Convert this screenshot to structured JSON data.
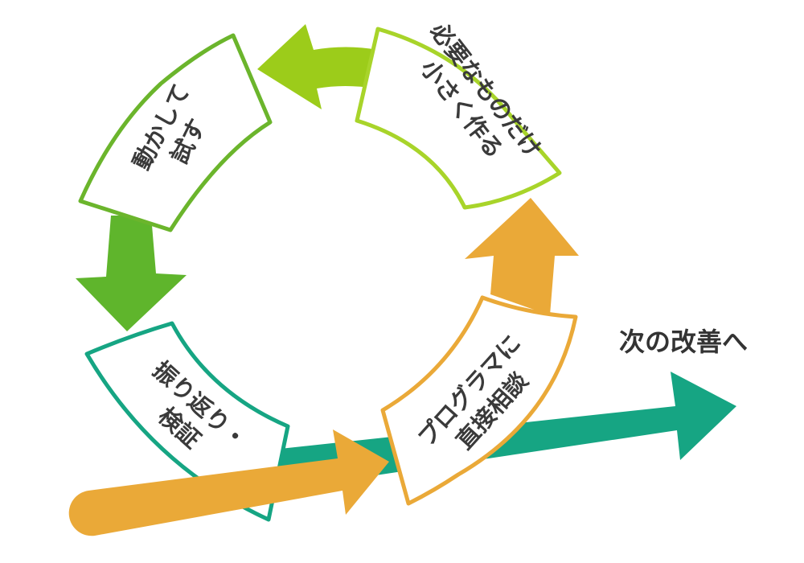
{
  "cycle": {
    "step_make": [
      "必要なものだけ",
      "小さく作る"
    ],
    "step_try": [
      "動かして",
      "試す"
    ],
    "step_review": [
      "振り返り・",
      "検証"
    ],
    "step_consult": [
      "プログラマに",
      "直接相談"
    ]
  },
  "next_label": "次の改善へ",
  "colors": {
    "lime": "#9ccc1a",
    "green": "#5fb52c",
    "teal": "#16a583",
    "orange": "#eaa938"
  }
}
